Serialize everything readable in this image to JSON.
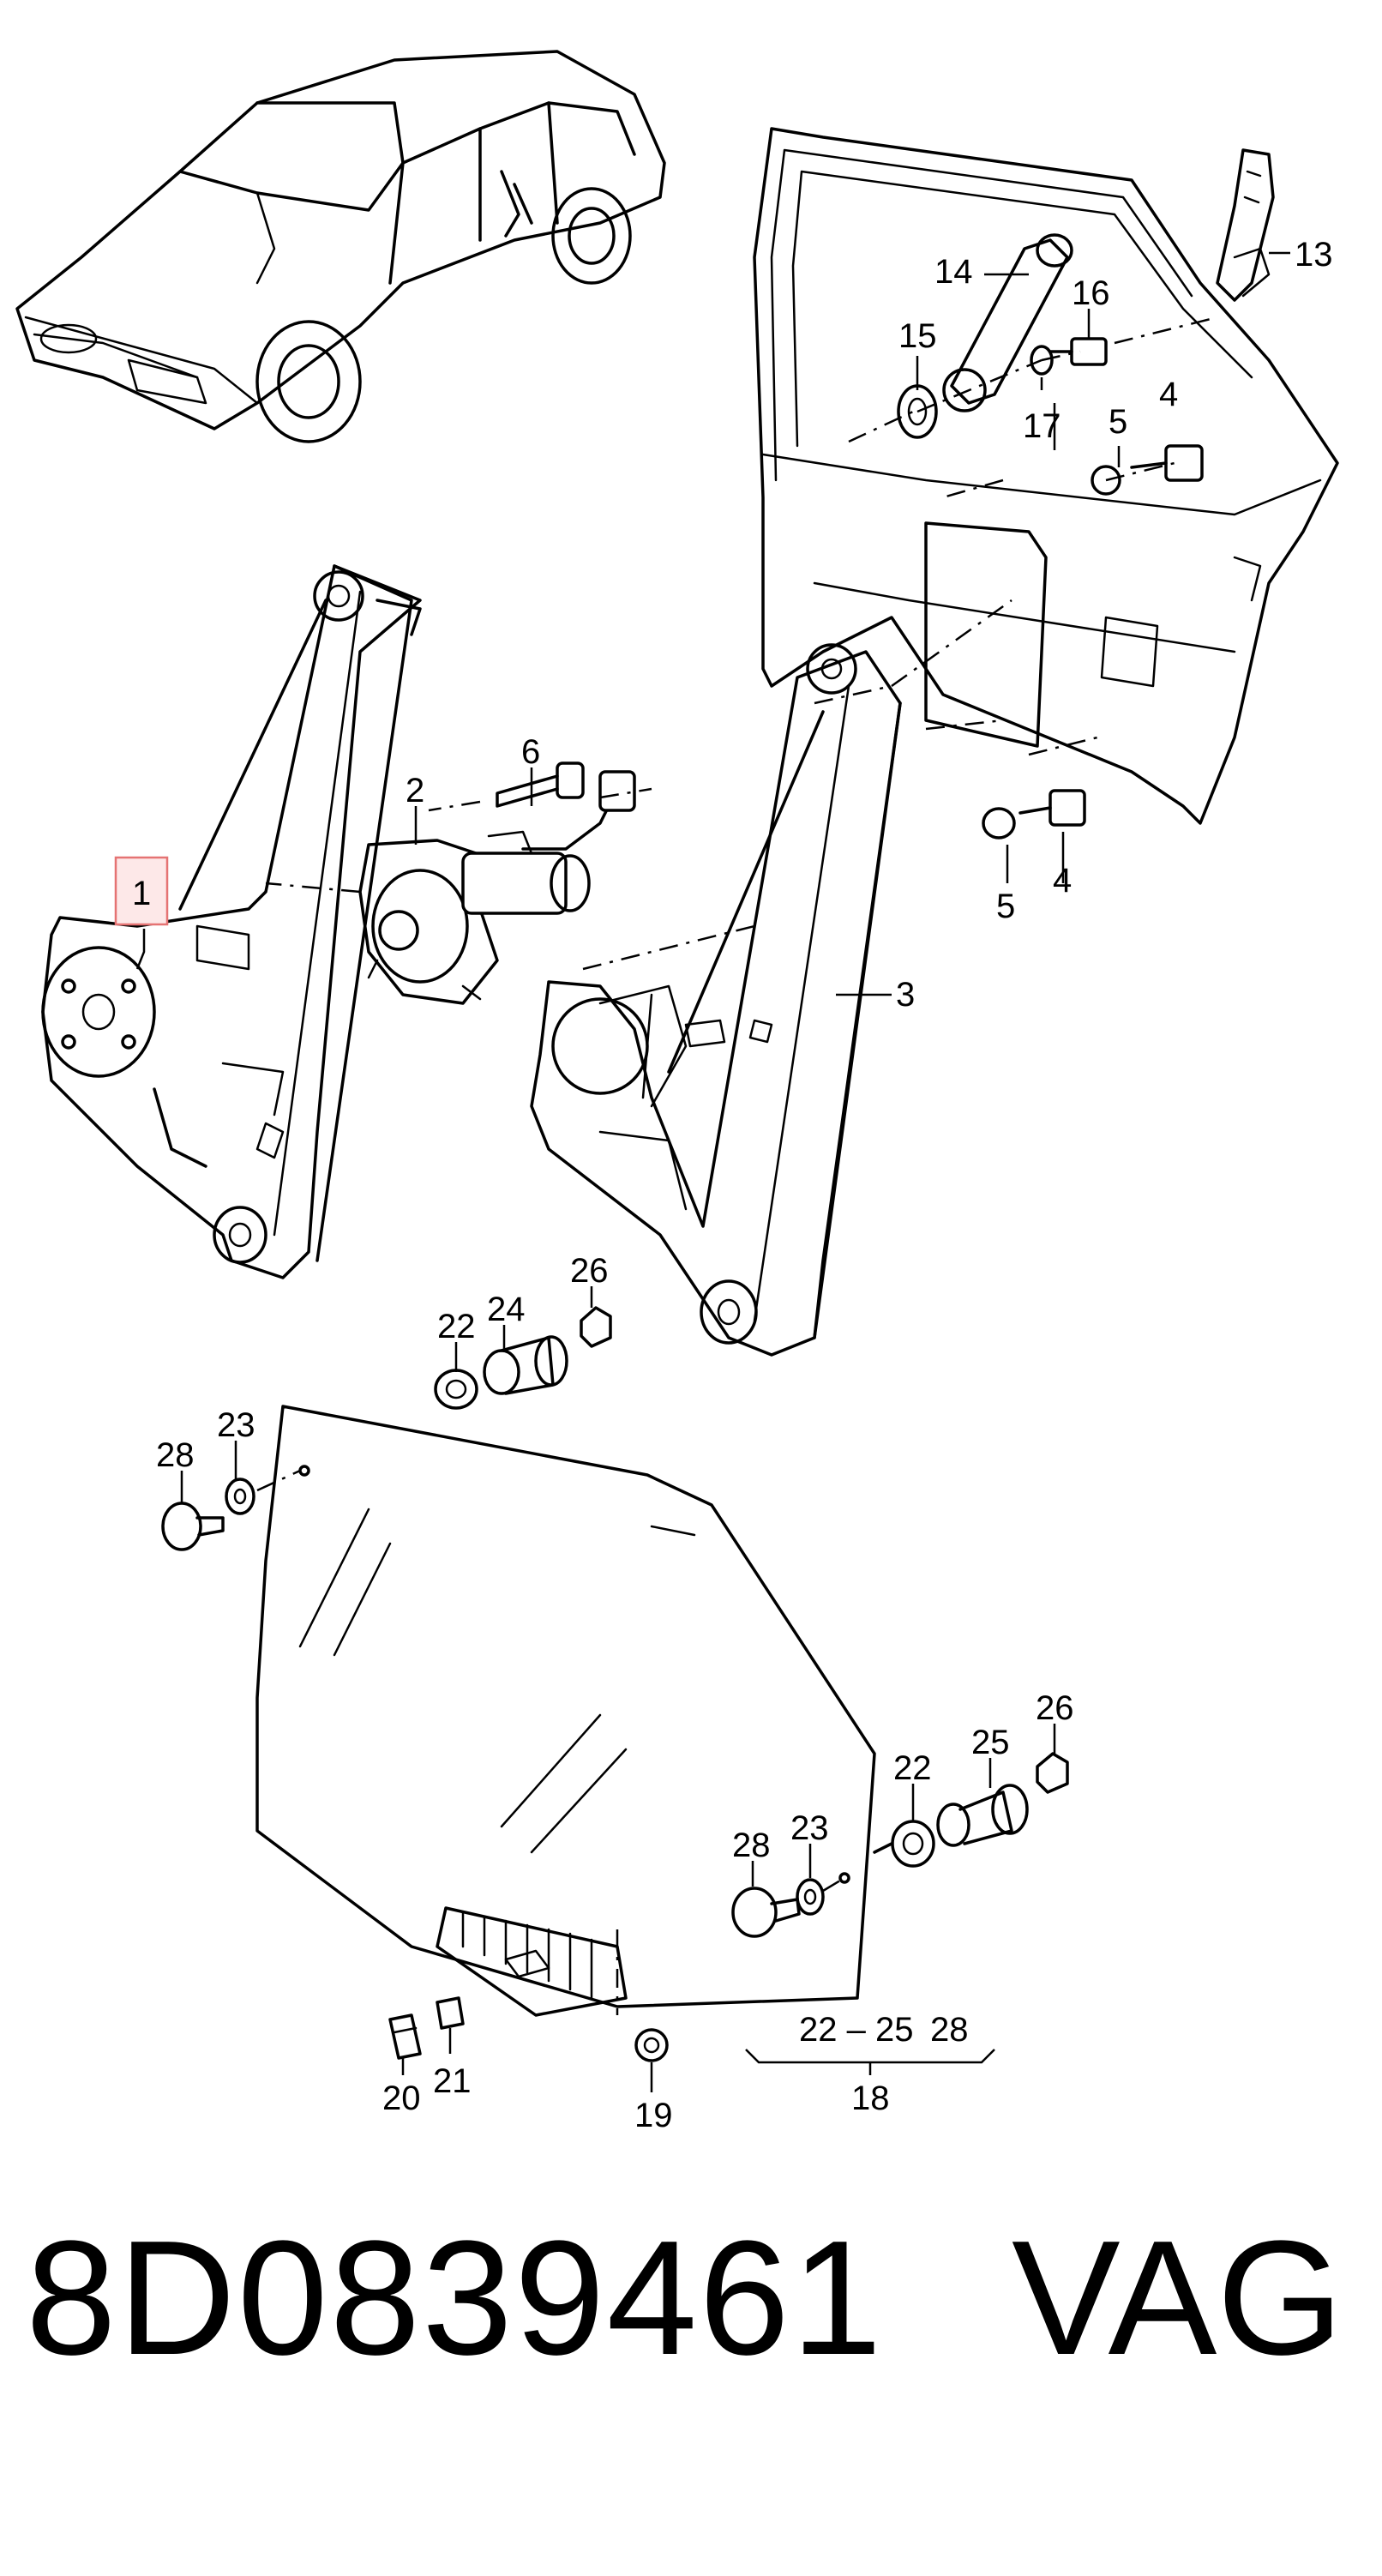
{
  "callouts": {
    "c1": "1",
    "c2": "2",
    "c3": "3",
    "c4a": "4",
    "c4b": "4",
    "c5a": "5",
    "c5b": "5",
    "c6": "6",
    "c13": "13",
    "c14": "14",
    "c15": "15",
    "c16": "16",
    "c17": "17",
    "c18": "18",
    "c19": "19",
    "c20": "20",
    "c21": "21",
    "c22a": "22",
    "c22b": "22",
    "c23a": "23",
    "c23b": "23",
    "c24": "24",
    "c25": "25",
    "c26a": "26",
    "c26b": "26",
    "c28a": "28",
    "c28b": "28",
    "c18_range": "22 – 25",
    "c18_extra": "28"
  },
  "footer": {
    "part_number": "8D0839461",
    "brand": "VAG"
  },
  "colors": {
    "highlight": "#e57373",
    "highlight_fill": "#fde8e8",
    "ink": "#000000"
  }
}
